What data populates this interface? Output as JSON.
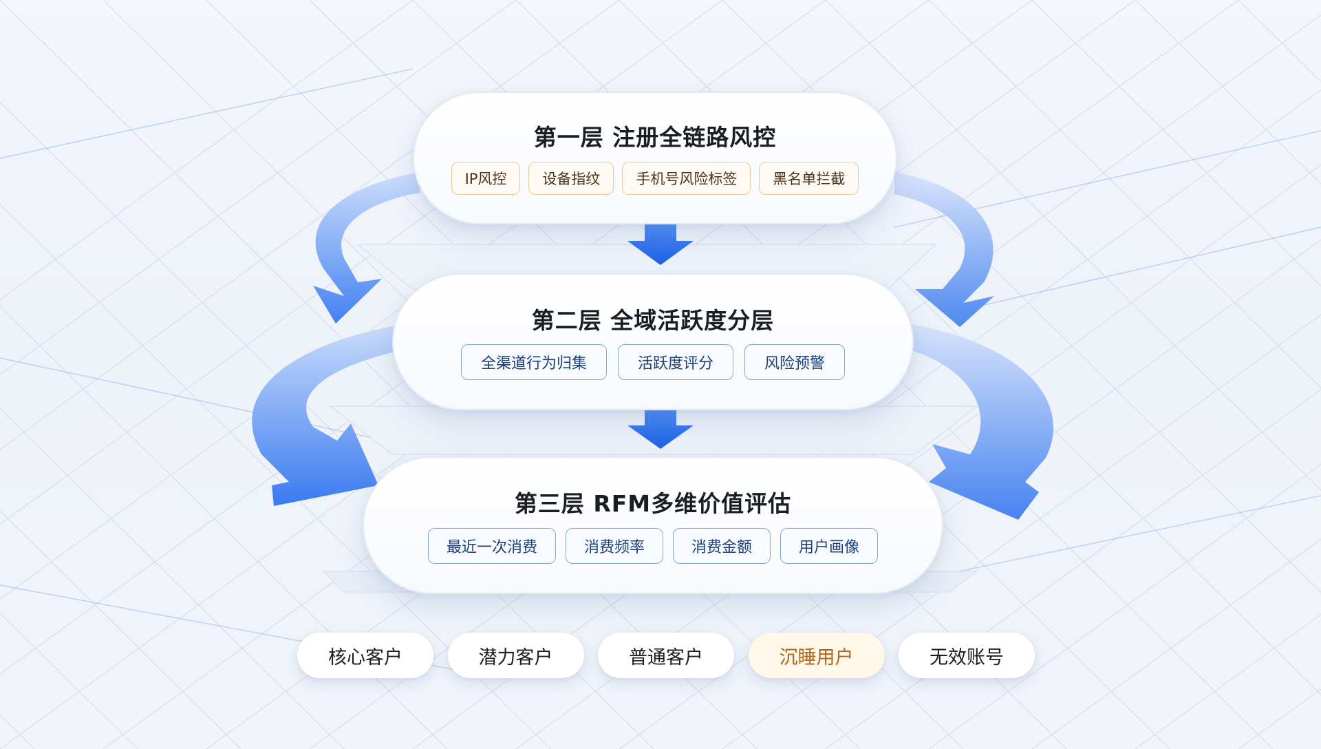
{
  "layers": [
    {
      "title": "第一层 注册全链路风控",
      "tags": [
        "IP风控",
        "设备指纹",
        "手机号风险标签",
        "黑名单拦截"
      ],
      "tag_color": "#f0c594"
    },
    {
      "title": "第二层 全域活跃度分层",
      "tags": [
        "全渠道行为归集",
        "活跃度评分",
        "风险预警"
      ],
      "tag_color": "#86a6d6"
    },
    {
      "title": "第三层 RFM多维价值评估",
      "tags": [
        "最近一次消费",
        "消费频率",
        "消费金额",
        "用户画像"
      ],
      "tag_color": "#86a6d6"
    }
  ],
  "segments": [
    "核心客户",
    "潜力客户",
    "普通客户",
    "沉睡用户",
    "无效账号"
  ],
  "highlighted_segment": "沉睡用户",
  "colors": {
    "arrow_blue": "#2f74f0",
    "highlight_text": "#b0631b",
    "highlight_bg": "#fff7e8"
  },
  "icons": [
    "down-arrow-icon",
    "cycle-arrow-icon"
  ]
}
